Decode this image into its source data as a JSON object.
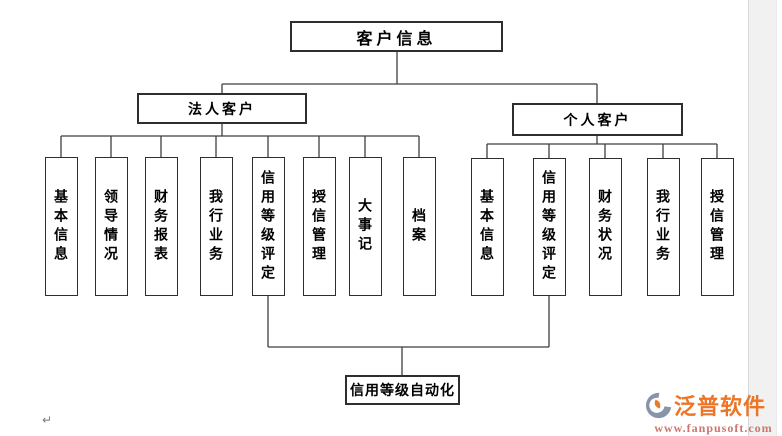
{
  "diagram": {
    "root": {
      "label": "客户信息"
    },
    "branches": [
      {
        "label": "法人客户",
        "children": [
          "基本信息",
          "领导情况",
          "财务报表",
          "我行业务",
          "信用等级评定",
          "授信管理",
          "大事记",
          "档案"
        ]
      },
      {
        "label": "个人客户",
        "children": [
          "基本信息",
          "信用等级评定",
          "财务状况",
          "我行业务",
          "授信管理"
        ]
      }
    ],
    "bottom": {
      "label": "信用等级自动化"
    }
  },
  "paragraph_mark": "↵",
  "watermark": {
    "brand": "泛普软件",
    "url": "www.fanpusoft.com"
  },
  "colors": {
    "line": "#3f3f3f",
    "box_border": "#2e2e2e",
    "brand_orange": "#ee7426",
    "url_red": "#cc766c",
    "gutter_grey": "#f1f1f2"
  }
}
